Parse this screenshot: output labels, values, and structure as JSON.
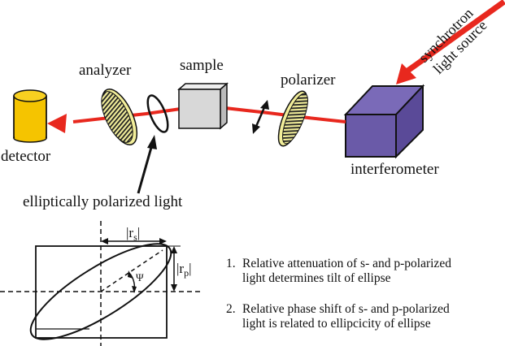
{
  "labels": {
    "detector": "detector",
    "analyzer": "analyzer",
    "sample": "sample",
    "polarizer": "polarizer",
    "interferometer": "interferometer",
    "source_line1": "synchrotron",
    "source_line2": "light source",
    "elliptical": "elliptically polarized light",
    "rs": "|r",
    "rs_sub": "s",
    "rp": "|r",
    "rp_sub": "p",
    "psi": "Ψ"
  },
  "notes": [
    {
      "num": "1.",
      "line1": "Relative attenuation of s- and p-polarized",
      "line2": "light determines tilt of ellipse"
    },
    {
      "num": "2.",
      "line1": "Relative phase shift of s- and p-polarized",
      "line2": "light is related to ellipcicity of ellipse"
    }
  ],
  "colors": {
    "beam": "#e8281e",
    "detector": "#f5c400",
    "interferometer": "#6a5aa8",
    "sample": "#d8d8d8",
    "disk": "#f2ee9a"
  }
}
